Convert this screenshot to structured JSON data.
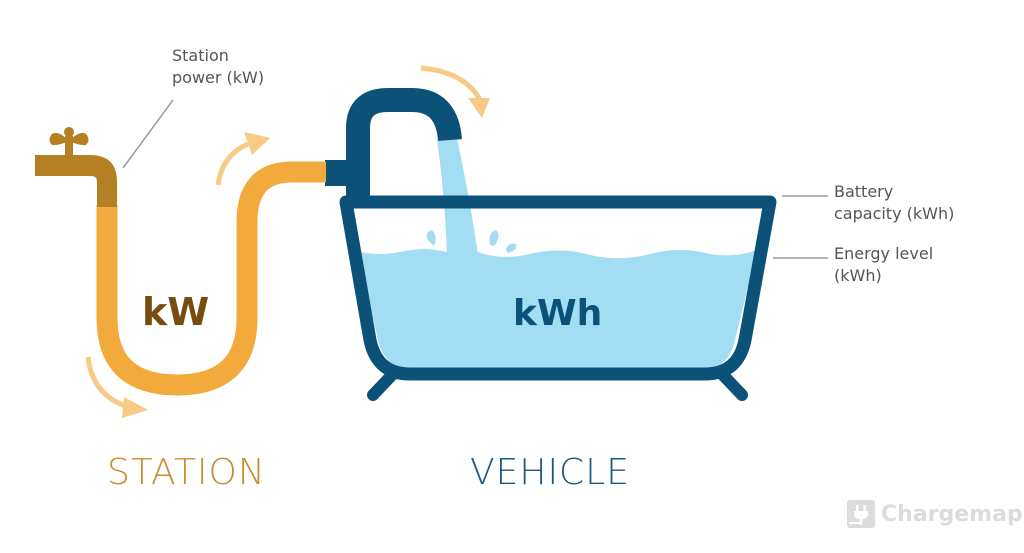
{
  "labels": {
    "station_power": [
      "Station",
      "power (kW)"
    ],
    "battery_capacity": [
      "Battery",
      "capacity (kWh)"
    ],
    "energy_level": [
      "Energy level",
      "(kWh)"
    ],
    "hose_unit": "kW",
    "tub_unit": "kWh",
    "station_caption": "STATION",
    "vehicle_caption": "VEHICLE"
  },
  "logo": {
    "text": "Chargemap",
    "icon": "plug-icon"
  },
  "colors": {
    "faucet_dark": "#B57F23",
    "hose": "#F2AA3C",
    "arrow": "#F7CB85",
    "navy": "#0B5178",
    "water": "#A3DDF4",
    "kw_text": "#774C0E",
    "station_text": "#C98C2E",
    "vehicle_text": "#1A5A80",
    "label_text": "#555555",
    "leader_line": "#9a9a9a",
    "logo_gray": "#dcdcdc"
  }
}
